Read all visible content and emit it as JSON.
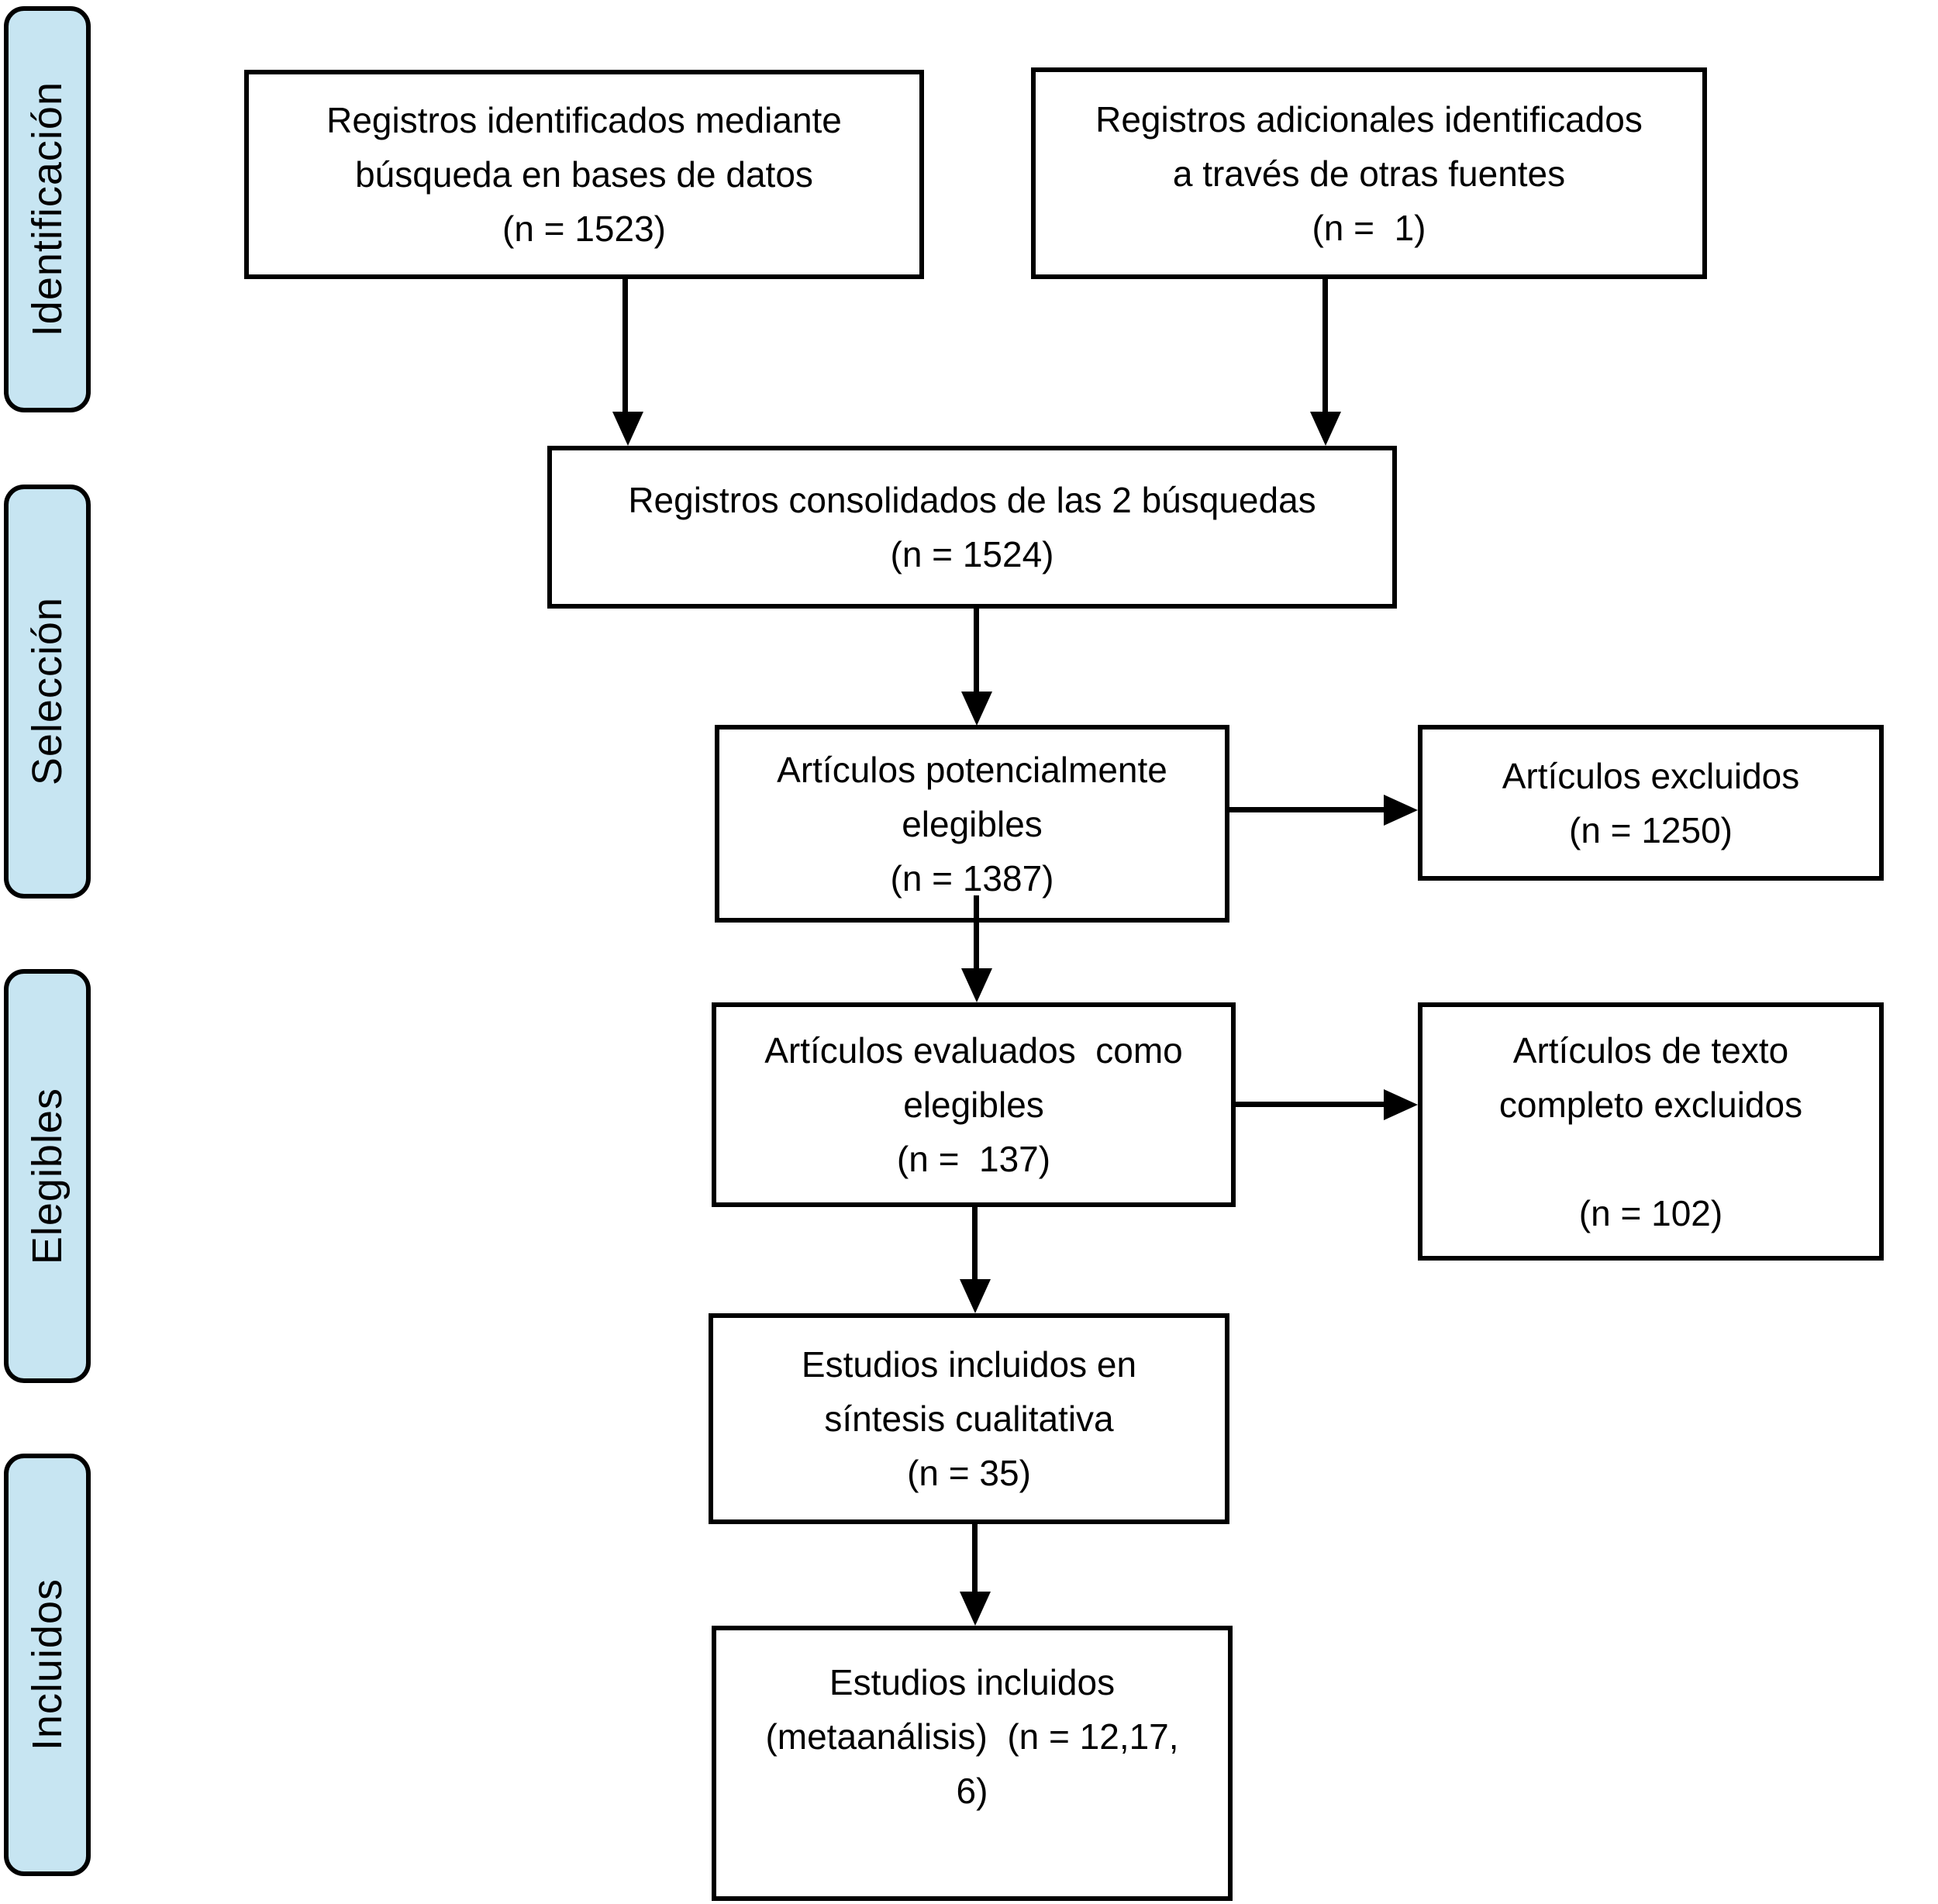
{
  "diagram": {
    "type": "prisma-flow",
    "language": "es",
    "stages": [
      {
        "id": "identificacion",
        "label": "Identificación"
      },
      {
        "id": "seleccion",
        "label": "Selección"
      },
      {
        "id": "elegibles",
        "label": "Elegibles"
      },
      {
        "id": "incluidos",
        "label": "Incluidos"
      }
    ],
    "boxes": {
      "identified_db": {
        "text": "Registros identificados mediante\nbúsqueda en bases de datos\n(n = 1523)"
      },
      "identified_other": {
        "text": "Registros adicionales identificados\na través de otras fuentes\n(n =  1)"
      },
      "consolidated": {
        "text": "Registros consolidados de las 2 búsquedas\n(n = 1524)"
      },
      "potentially_eligible": {
        "text": "Artículos potencialmente\nelegibles\n(n = 1387)"
      },
      "excluded": {
        "text": "Artículos excluidos\n(n = 1250)"
      },
      "assessed_eligible": {
        "text": "Artículos evaluados  como\nelegibles\n(n =  137)"
      },
      "fulltext_excluded": {
        "text": "Artículos de texto\ncompleto excluidos\n\n(n = 102)"
      },
      "qualitative_synthesis": {
        "text": "Estudios incluidos en\nsíntesis cualitativa\n(n = 35)"
      },
      "meta_analysis": {
        "text": "Estudios incluidos\n(metaanálisis)  (n = 12,17,\n6)"
      }
    },
    "colors": {
      "stage_fill": "#c7e5f2",
      "box_fill": "#ffffff",
      "line": "#000000",
      "background": "#ffffff"
    }
  }
}
